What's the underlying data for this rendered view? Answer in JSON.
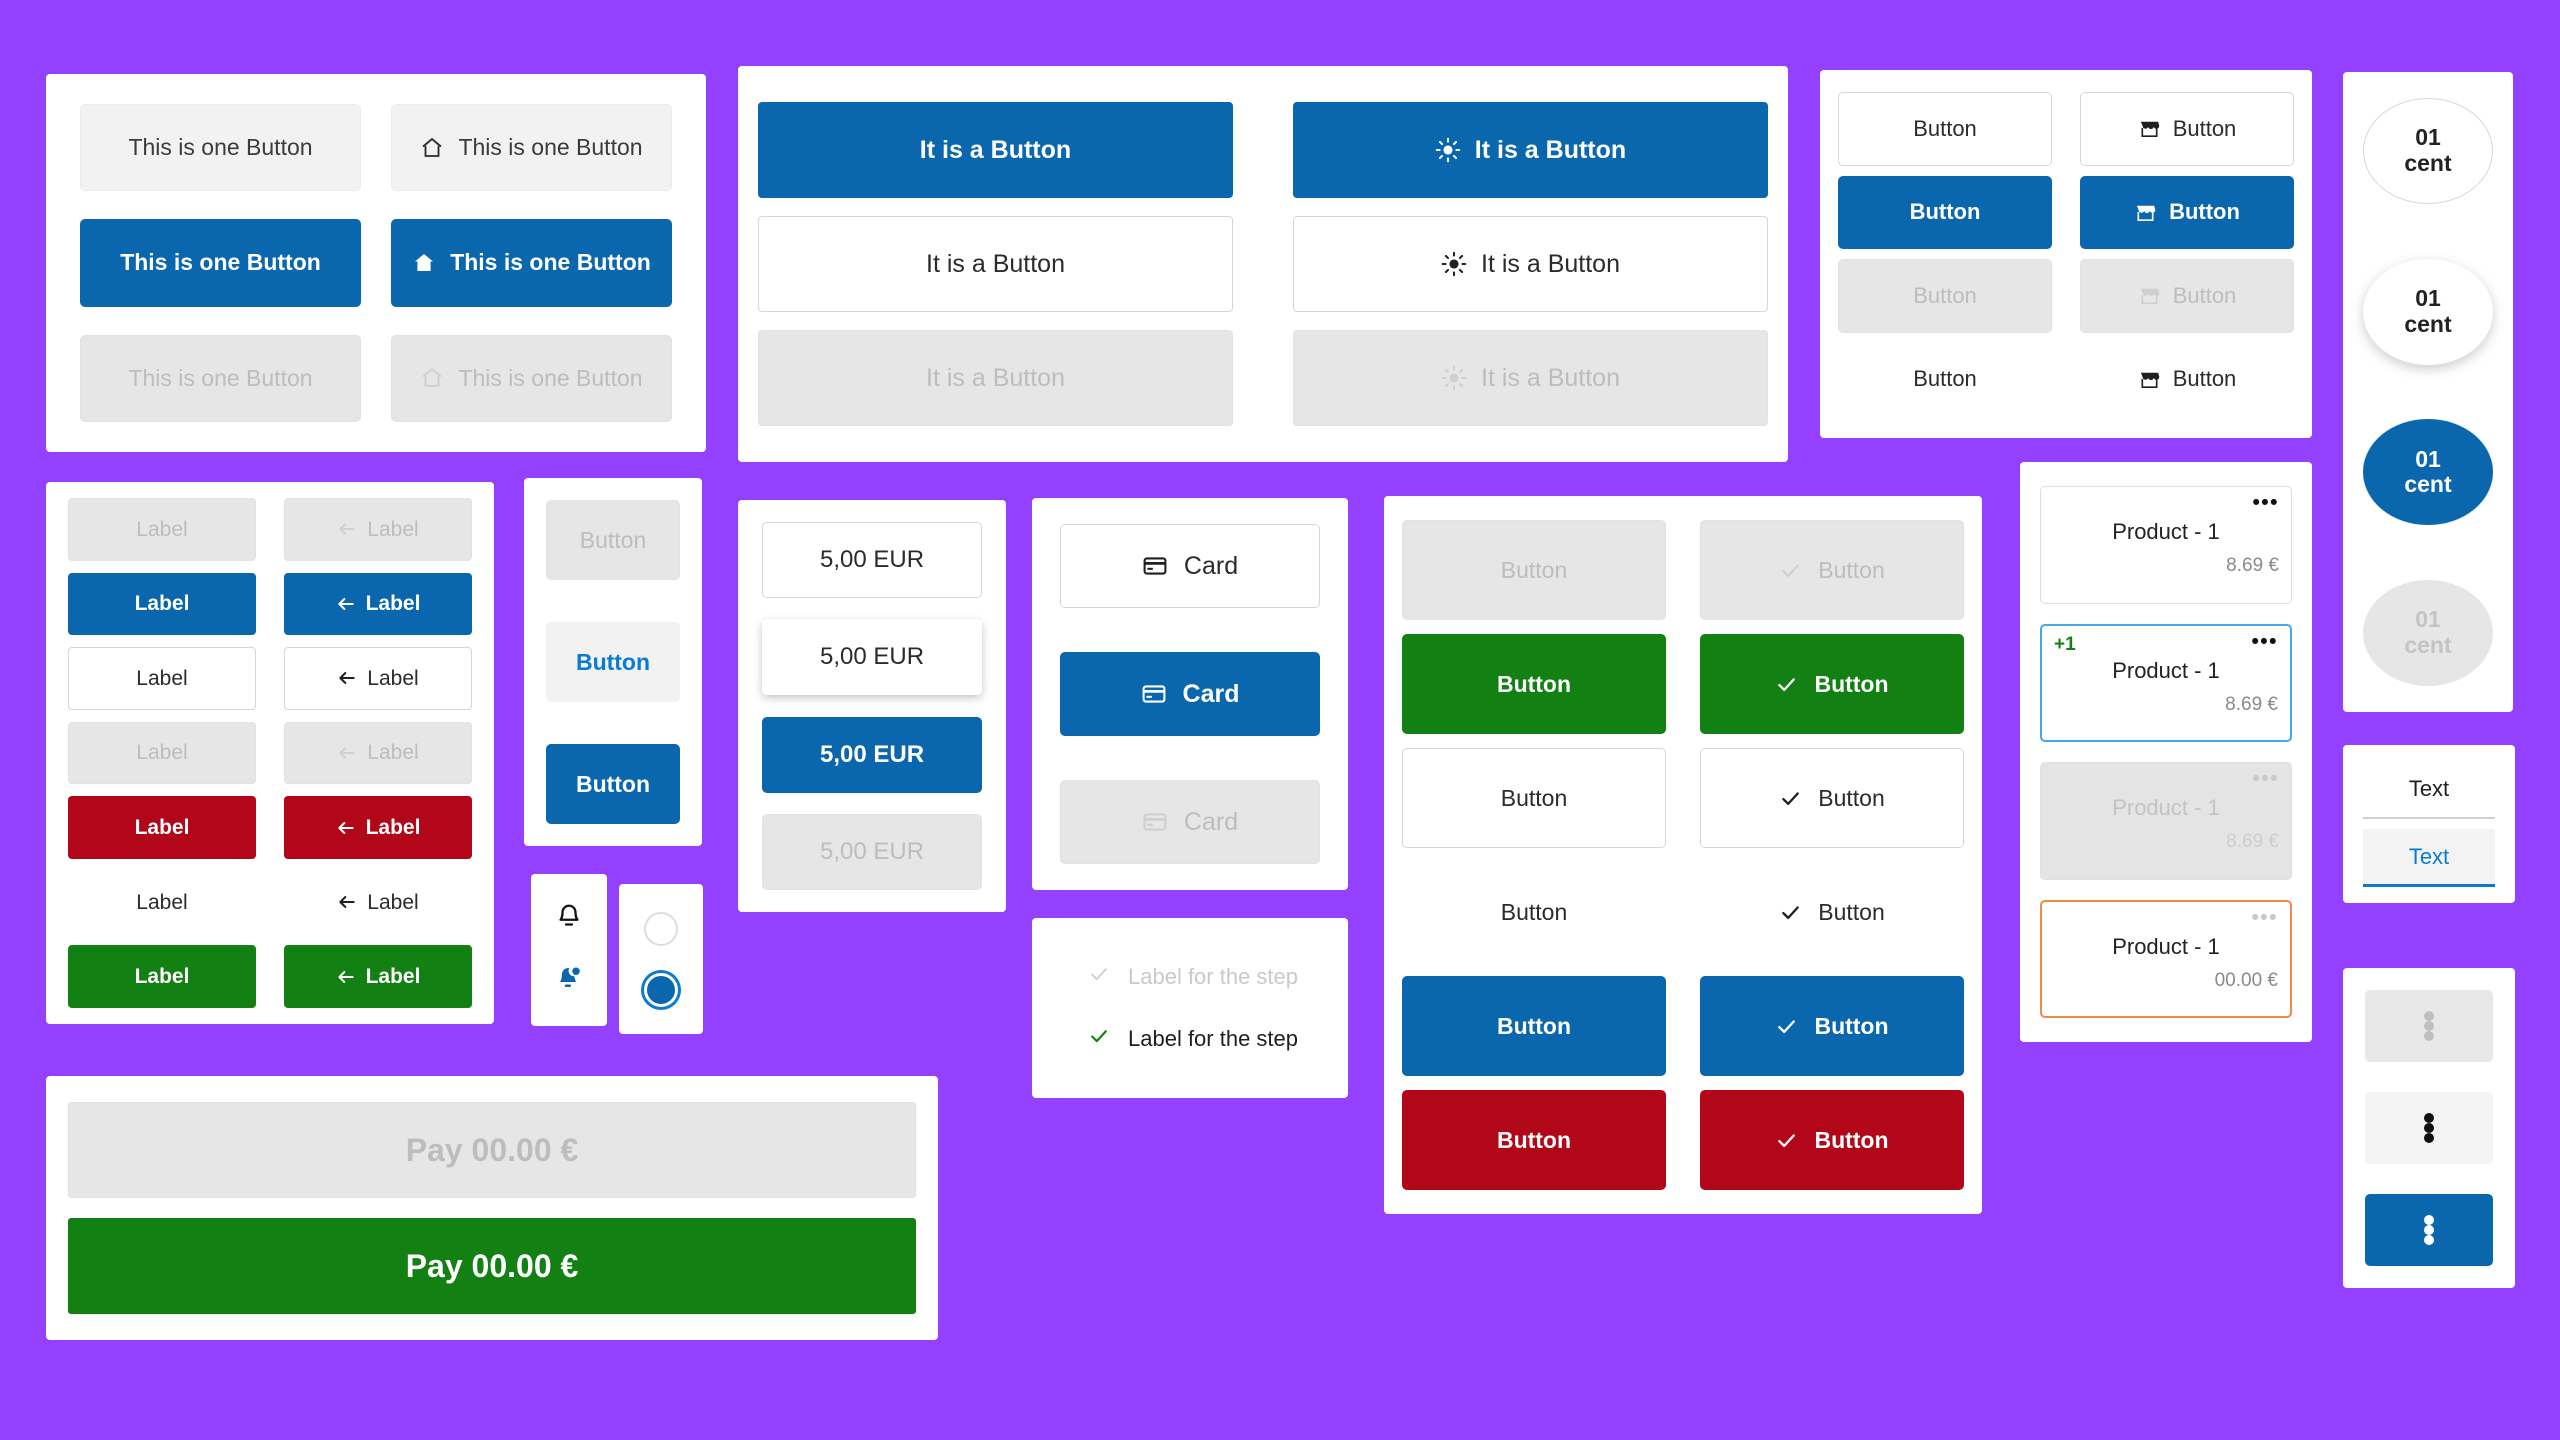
{
  "theme": {
    "background": "#9440ff",
    "primary_blue": "#0a66ad",
    "accent_blue": "#0a7bd0",
    "green": "#128012",
    "red": "#b20718",
    "orange": "#ef8a4a",
    "disabled_bg": "#e6e6e6",
    "disabled_text": "#bdbdbd"
  },
  "panel_button_long": {
    "label": "This is one Button",
    "icon": "home-icon",
    "items": [
      {
        "label": "This is one Button",
        "variant": "grey",
        "icon": false
      },
      {
        "label": "This is one Button",
        "variant": "grey",
        "icon": true
      },
      {
        "label": "This is one Button",
        "variant": "blue",
        "icon": false
      },
      {
        "label": "This is one Button",
        "variant": "blue",
        "icon": true
      },
      {
        "label": "This is one Button",
        "variant": "disabled",
        "icon": false
      },
      {
        "label": "This is one Button",
        "variant": "disabled",
        "icon": true
      }
    ]
  },
  "panel_it_is_a_button": {
    "label": "It is a Button",
    "icon": "sun-icon",
    "items": [
      {
        "label": "It is a Button",
        "variant": "blue",
        "icon": false
      },
      {
        "label": "It is a Button",
        "variant": "blue",
        "icon": true
      },
      {
        "label": "It is a Button",
        "variant": "outline",
        "icon": false
      },
      {
        "label": "It is a Button",
        "variant": "outline",
        "icon": true
      },
      {
        "label": "It is a Button",
        "variant": "disabled",
        "icon": false
      },
      {
        "label": "It is a Button",
        "variant": "disabled",
        "icon": true
      }
    ]
  },
  "panel_shop_button": {
    "label": "Button",
    "icon": "storefront-icon",
    "items": [
      {
        "label": "Button",
        "variant": "outline",
        "icon": false
      },
      {
        "label": "Button",
        "variant": "outline",
        "icon": true
      },
      {
        "label": "Button",
        "variant": "blue",
        "icon": false
      },
      {
        "label": "Button",
        "variant": "blue",
        "icon": true
      },
      {
        "label": "Button",
        "variant": "disabled",
        "icon": false
      },
      {
        "label": "Button",
        "variant": "disabled",
        "icon": true
      },
      {
        "label": "Button",
        "variant": "ghost",
        "icon": false
      },
      {
        "label": "Button",
        "variant": "ghost",
        "icon": true
      }
    ]
  },
  "panel_cent_circles": {
    "line1": "01",
    "line2": "cent",
    "items": [
      {
        "line1": "01",
        "line2": "cent",
        "variant": "outline"
      },
      {
        "line1": "01",
        "line2": "cent",
        "variant": "elevated"
      },
      {
        "line1": "01",
        "line2": "cent",
        "variant": "blue"
      },
      {
        "line1": "01",
        "line2": "cent",
        "variant": "disabled"
      }
    ]
  },
  "panel_labels": {
    "label": "Label",
    "icon": "arrow-left-icon",
    "items": [
      {
        "label": "Label",
        "variant": "disabled",
        "icon": false
      },
      {
        "label": "Label",
        "variant": "disabled",
        "icon": true
      },
      {
        "label": "Label",
        "variant": "blue",
        "icon": false
      },
      {
        "label": "Label",
        "variant": "blue",
        "icon": true
      },
      {
        "label": "Label",
        "variant": "outline",
        "icon": false
      },
      {
        "label": "Label",
        "variant": "outline",
        "icon": true
      },
      {
        "label": "Label",
        "variant": "disabled",
        "icon": false
      },
      {
        "label": "Label",
        "variant": "disabled",
        "icon": true
      },
      {
        "label": "Label",
        "variant": "red",
        "icon": false
      },
      {
        "label": "Label",
        "variant": "red",
        "icon": true
      },
      {
        "label": "Label",
        "variant": "ghost",
        "icon": false
      },
      {
        "label": "Label",
        "variant": "ghost",
        "icon": true
      },
      {
        "label": "Label",
        "variant": "green",
        "icon": false
      },
      {
        "label": "Label",
        "variant": "green",
        "icon": true
      }
    ]
  },
  "panel_small_buttons": {
    "items": [
      {
        "label": "Button",
        "variant": "disabled"
      },
      {
        "label": "Button",
        "variant": "tonal"
      },
      {
        "label": "Button",
        "variant": "blue"
      }
    ]
  },
  "panel_bell": {
    "items": [
      {
        "icon": "bell-icon",
        "state": "default"
      },
      {
        "icon": "bell-badge-icon",
        "state": "active"
      }
    ]
  },
  "panel_radio": {
    "items": [
      {
        "icon": "radio-unchecked-icon",
        "state": "off"
      },
      {
        "icon": "radio-checked-icon",
        "state": "on"
      }
    ]
  },
  "panel_price": {
    "label": "5,00 EUR",
    "items": [
      {
        "label": "5,00 EUR",
        "variant": "outline"
      },
      {
        "label": "5,00 EUR",
        "variant": "elevated"
      },
      {
        "label": "5,00 EUR",
        "variant": "blue"
      },
      {
        "label": "5,00 EUR",
        "variant": "disabled"
      }
    ]
  },
  "panel_card": {
    "label": "Card",
    "icon": "credit-card-icon",
    "items": [
      {
        "label": "Card",
        "variant": "outline"
      },
      {
        "label": "Card",
        "variant": "blue"
      },
      {
        "label": "Card",
        "variant": "disabled"
      }
    ]
  },
  "panel_steps": {
    "items": [
      {
        "label": "Label for the step",
        "state": "todo",
        "icon": "check-icon"
      },
      {
        "label": "Label for the step",
        "state": "done",
        "icon": "check-icon"
      }
    ]
  },
  "panel_button_matrix": {
    "label": "Button",
    "icon": "check-icon",
    "items": [
      {
        "label": "Button",
        "variant": "disabled",
        "icon": false
      },
      {
        "label": "Button",
        "variant": "disabled",
        "icon": true
      },
      {
        "label": "Button",
        "variant": "green",
        "icon": false
      },
      {
        "label": "Button",
        "variant": "green",
        "icon": true
      },
      {
        "label": "Button",
        "variant": "outline",
        "icon": false
      },
      {
        "label": "Button",
        "variant": "outline",
        "icon": true
      },
      {
        "label": "Button",
        "variant": "ghost",
        "icon": false
      },
      {
        "label": "Button",
        "variant": "ghost",
        "icon": true
      },
      {
        "label": "Button",
        "variant": "blue",
        "icon": false
      },
      {
        "label": "Button",
        "variant": "blue",
        "icon": true
      },
      {
        "label": "Button",
        "variant": "red",
        "icon": false
      },
      {
        "label": "Button",
        "variant": "red",
        "icon": true
      }
    ]
  },
  "panel_products": {
    "menu_icon": "more-horizontal-icon",
    "items": [
      {
        "name": "Product - 1",
        "price": "8.69 €",
        "badge": "",
        "variant": "plain"
      },
      {
        "name": "Product - 1",
        "price": "8.69 €",
        "badge": "+1",
        "variant": "selected"
      },
      {
        "name": "Product - 1",
        "price": "8.69 €",
        "badge": "",
        "variant": "disabled"
      },
      {
        "name": "Product - 1",
        "price": "00.00 €",
        "badge": "",
        "variant": "warning"
      }
    ]
  },
  "panel_text_tabs": {
    "items": [
      {
        "label": "Text",
        "state": "inactive"
      },
      {
        "label": "Text",
        "state": "active"
      }
    ]
  },
  "panel_ellipsis": {
    "icon": "more-horizontal-icon",
    "items": [
      {
        "variant": "disabled"
      },
      {
        "variant": "tonal"
      },
      {
        "variant": "blue"
      }
    ]
  },
  "panel_pay": {
    "label": "Pay 00.00 €",
    "items": [
      {
        "label": "Pay 00.00 €",
        "variant": "disabled"
      },
      {
        "label": "Pay 00.00 €",
        "variant": "green"
      }
    ]
  }
}
